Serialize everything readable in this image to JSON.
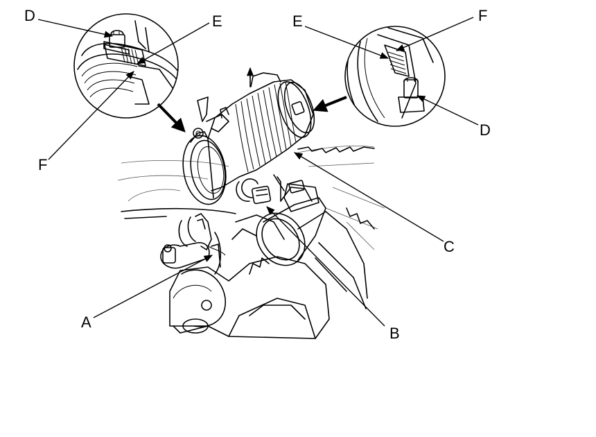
{
  "labels": {
    "A": "A",
    "B": "B",
    "C": "C",
    "D_left": "D",
    "E_left": "E",
    "F_left": "F",
    "E_right": "E",
    "F_right": "F",
    "D_right": "D"
  },
  "colors": {
    "ink": "#000000",
    "background": "#ffffff"
  }
}
